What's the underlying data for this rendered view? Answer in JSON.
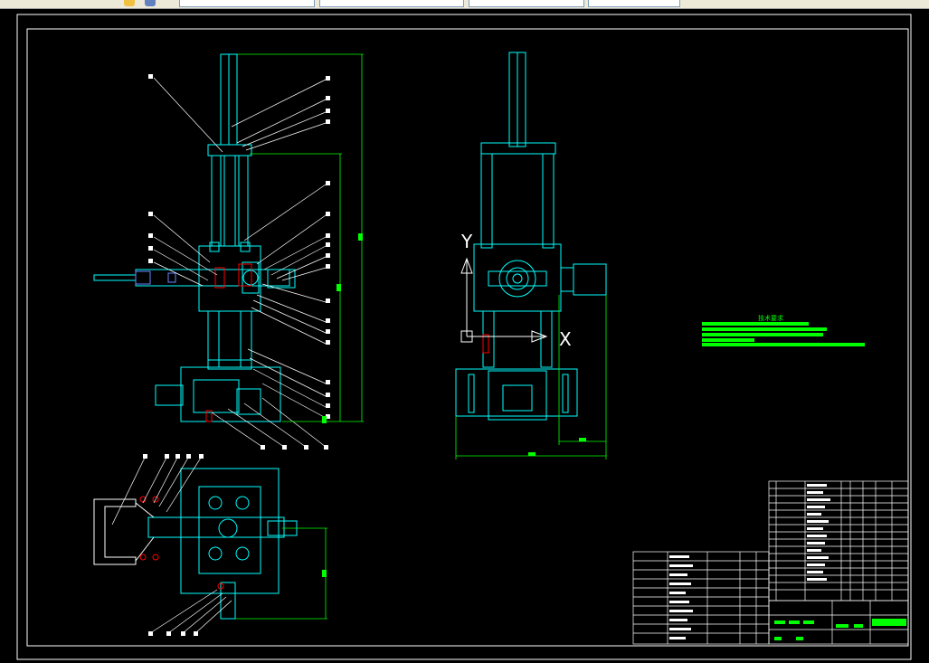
{
  "toolbar": {
    "icons": [
      "layer-icon",
      "layer-state-icon"
    ],
    "fields": [
      "",
      "",
      "",
      ""
    ]
  },
  "drawing": {
    "colors": {
      "background": "#000000",
      "outline": "#00ffff",
      "leader": "#ffffff",
      "dimension": "#00ff00",
      "frame": "#ffffff",
      "marker": "#ff0000"
    },
    "axis_y": "Y",
    "axis_x": "X",
    "tech_notes_title": "技术要求"
  }
}
